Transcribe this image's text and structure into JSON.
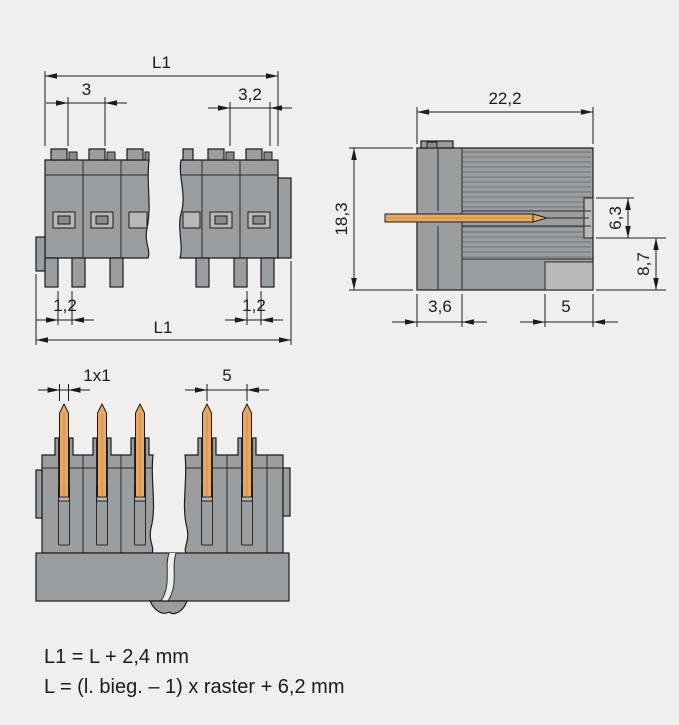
{
  "colors": {
    "background": "#f0efed",
    "body_gray": "#9b9ea0",
    "body_light": "#b7b9ba",
    "body_dark": "#888b8d",
    "pin_orange": "#e8a763",
    "line": "#1b1b1b"
  },
  "front_view": {
    "l1_top": "L1",
    "width_3": "3",
    "width_3_2": "3,2",
    "foot_1_2_left": "1,2",
    "foot_1_2_right": "1,2",
    "l1_bottom": "L1"
  },
  "side_view": {
    "depth_22_2": "22,2",
    "height_18_3": "18,3",
    "height_6_3": "6,3",
    "height_8_7": "8,7",
    "wall_3_6": "3,6",
    "foot_5": "5"
  },
  "pin_view": {
    "pin_cross_section": "1x1",
    "pitch_5": "5"
  },
  "formulas": {
    "line1": "L1 = L + 2,4 mm",
    "line2": "L = (l. bieg. – 1) x raster + 6,2 mm"
  }
}
